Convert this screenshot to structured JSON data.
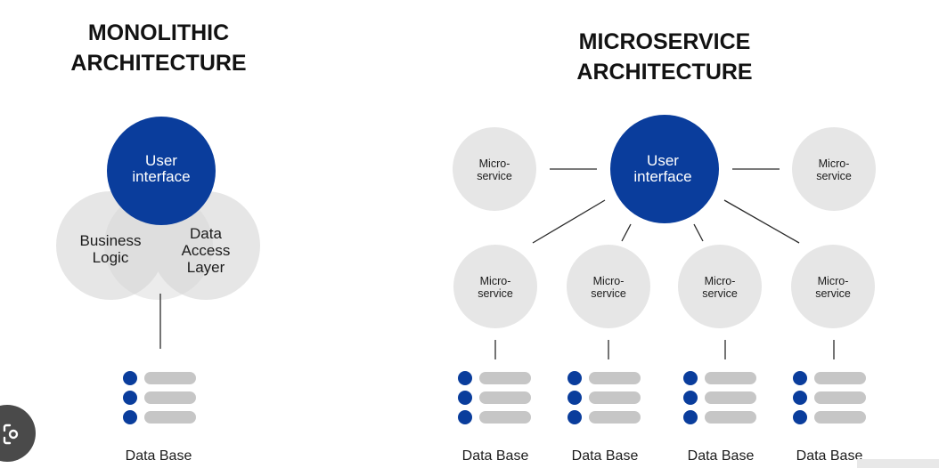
{
  "monolithic": {
    "title_line1": "MONOLITHIC",
    "title_line2": "ARCHITECTURE",
    "ui_line1": "User",
    "ui_line2": "interface",
    "business_line1": "Business",
    "business_line2": "Logic",
    "data_access_line1": "Data",
    "data_access_line2": "Access",
    "data_access_line3": "Layer",
    "db_label": "Data Base"
  },
  "microservice": {
    "title_line1": "MICROSERVICE",
    "title_line2": "ARCHITECTURE",
    "ui_line1": "User",
    "ui_line2": "interface",
    "services": [
      {
        "line1": "Micro-",
        "line2": "service"
      },
      {
        "line1": "Micro-",
        "line2": "service"
      },
      {
        "line1": "Micro-",
        "line2": "service"
      },
      {
        "line1": "Micro-",
        "line2": "service"
      },
      {
        "line1": "Micro-",
        "line2": "service"
      },
      {
        "line1": "Micro-",
        "line2": "service"
      }
    ],
    "db_labels": [
      "Data Base",
      "Data Base",
      "Data Base",
      "Data Base"
    ]
  },
  "colors": {
    "primary_blue": "#0a3d9c",
    "circle_gray": "#e6e6e6",
    "db_bar_gray": "#c6c6c6"
  },
  "icons": {
    "badge": "lens-icon"
  }
}
